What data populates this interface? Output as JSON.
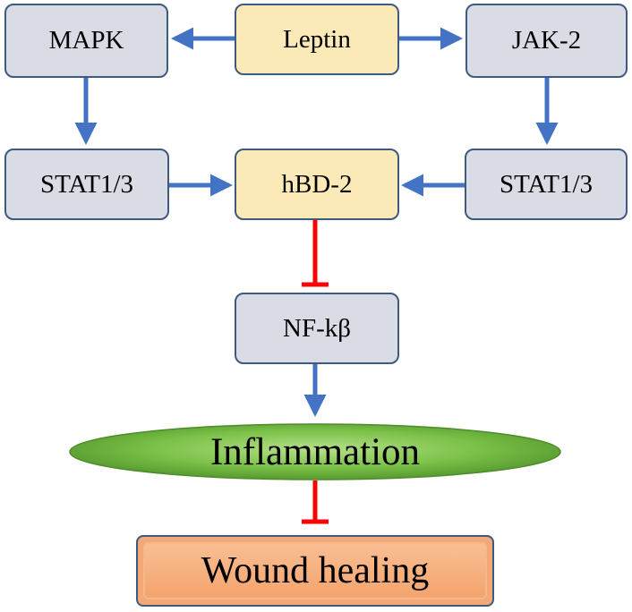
{
  "nodes": {
    "leptin": "Leptin",
    "mapk": "MAPK",
    "jak2": "JAK-2",
    "stat_left": "STAT1/3",
    "hbd2": "hBD-2",
    "stat_right": "STAT1/3",
    "nfkb": "NF-kβ",
    "inflammation": "Inflammation",
    "wound_healing": "Wound healing"
  },
  "colors": {
    "activation_arrow": "#4472c4",
    "inhibition_bar": "#ff0000",
    "grey_node": "#d9dce4",
    "yellow_node": "#fbe9b7",
    "ellipse": "#6aaf3c",
    "wound_box": "#f4a36c"
  }
}
